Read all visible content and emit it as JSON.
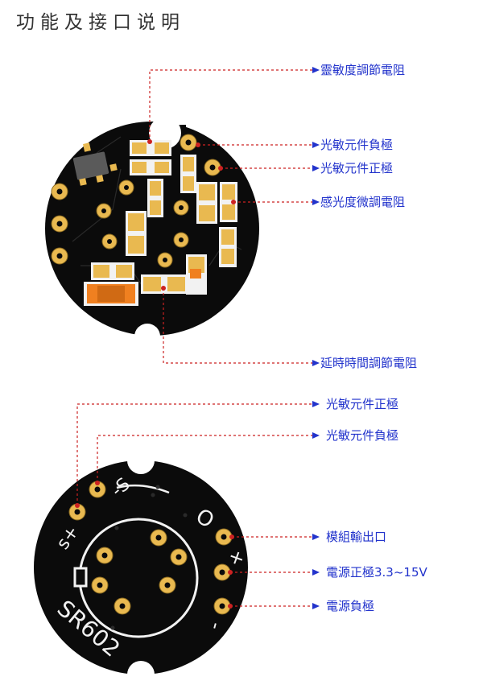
{
  "title": "功能及接口说明",
  "top_labels": [
    "靈敏度調節電阻",
    "光敏元件負極",
    "光敏元件正極",
    "感光度微調電阻",
    "延時時間調節電阻"
  ],
  "bottom_labels": [
    "光敏元件正極",
    "光敏元件負極",
    "模組輸出口",
    "電源正極3.3~15V",
    "電源負極"
  ],
  "silkscreen": {
    "s_plus": "s+",
    "s_minus": "-S",
    "o_mark": "O",
    "plus": "+",
    "minus": "-",
    "model": "SR602"
  },
  "colors": {
    "annotation": "#2233cc",
    "leader_line": "#cc2222",
    "board": "#0b0b0b",
    "pad_gold": "#e9b950",
    "silk_white": "#f2f2f2",
    "component_orange": "#f08020"
  }
}
